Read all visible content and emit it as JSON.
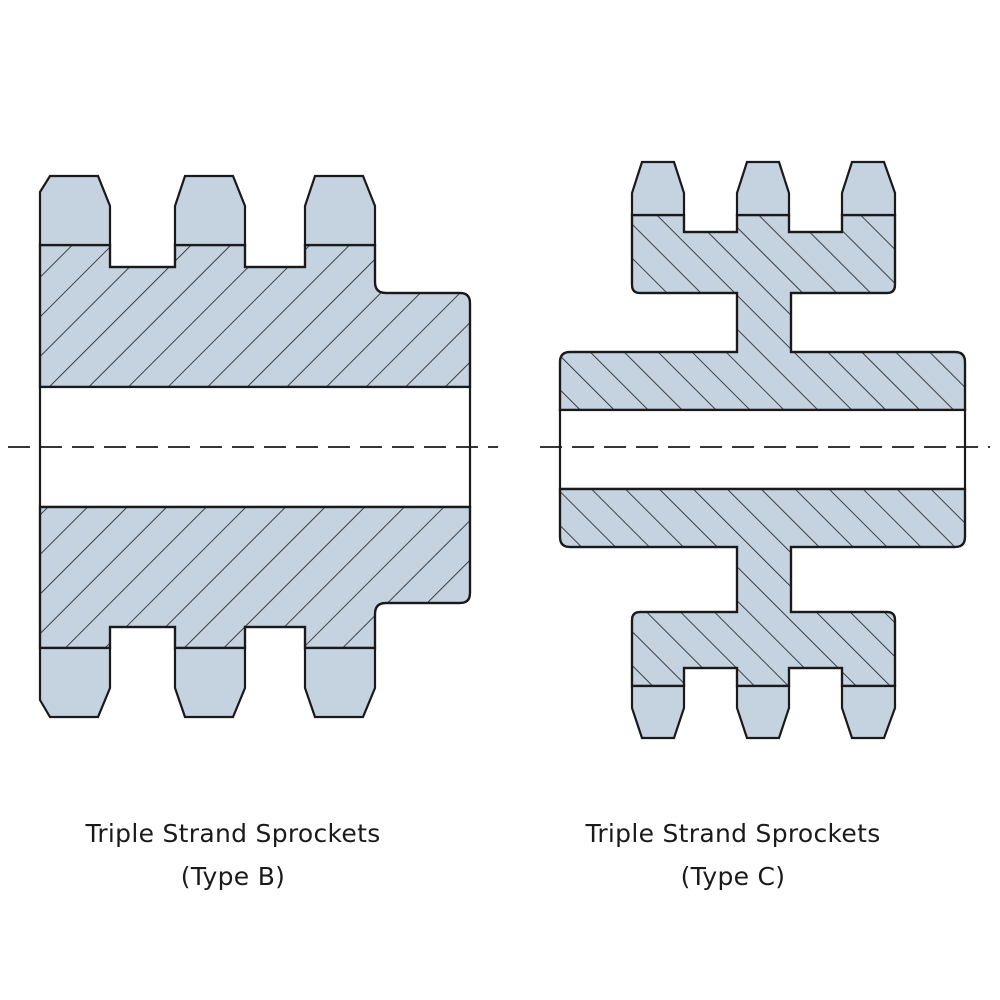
{
  "colors": {
    "fill": "#c5d3e0",
    "outline": "#1a1a1a",
    "background": "#ffffff"
  },
  "figures": [
    {
      "name": "type-b",
      "caption_line1": "Triple Strand Sprockets",
      "caption_line2": "(Type B)"
    },
    {
      "name": "type-c",
      "caption_line1": "Triple Strand Sprockets",
      "caption_line2": "(Type C)"
    }
  ]
}
